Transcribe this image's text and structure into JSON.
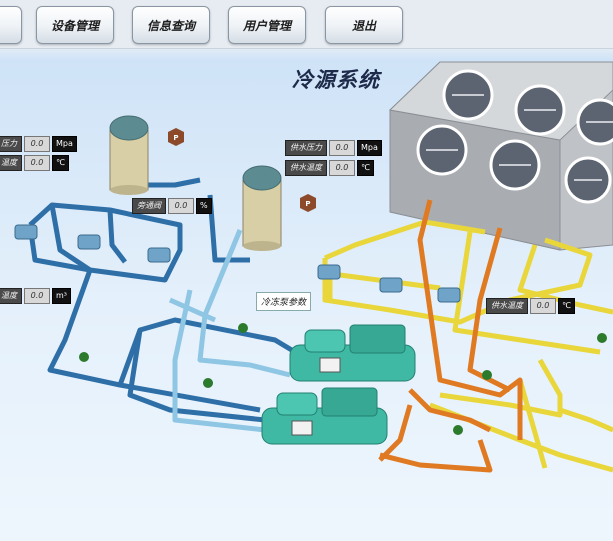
{
  "nav": {
    "items": [
      {
        "label": ""
      },
      {
        "label": "设备管理"
      },
      {
        "label": "信息查询"
      },
      {
        "label": "用户管理"
      },
      {
        "label": "退出"
      }
    ]
  },
  "title": "冷源系统",
  "panels": {
    "left_top_1": {
      "label": "压力",
      "value": "0.0",
      "unit": "Mpa"
    },
    "left_top_2": {
      "label": "温度",
      "value": "0.0",
      "unit": "℃"
    },
    "supply_pressure": {
      "label": "供水压力",
      "value": "0.0",
      "unit": "Mpa"
    },
    "supply_temp": {
      "label": "供水温度",
      "value": "0.0",
      "unit": "℃"
    },
    "flow_rate": {
      "label": "旁通阀",
      "value": "0.0",
      "unit": "%"
    },
    "left_bottom": {
      "label": "温度",
      "value": "0.0",
      "unit": "m³"
    },
    "right_supply_temp": {
      "label": "供水温度",
      "value": "0.0",
      "unit": "℃"
    }
  },
  "chiller_note": "冷冻泵参数",
  "gauge_label": "P",
  "colors": {
    "chilled_pipe": "#2f6fa8",
    "light_pipe": "#8fc6e4",
    "cooling_pipe": "#e8d63a",
    "hot_pipe": "#e07a22"
  }
}
